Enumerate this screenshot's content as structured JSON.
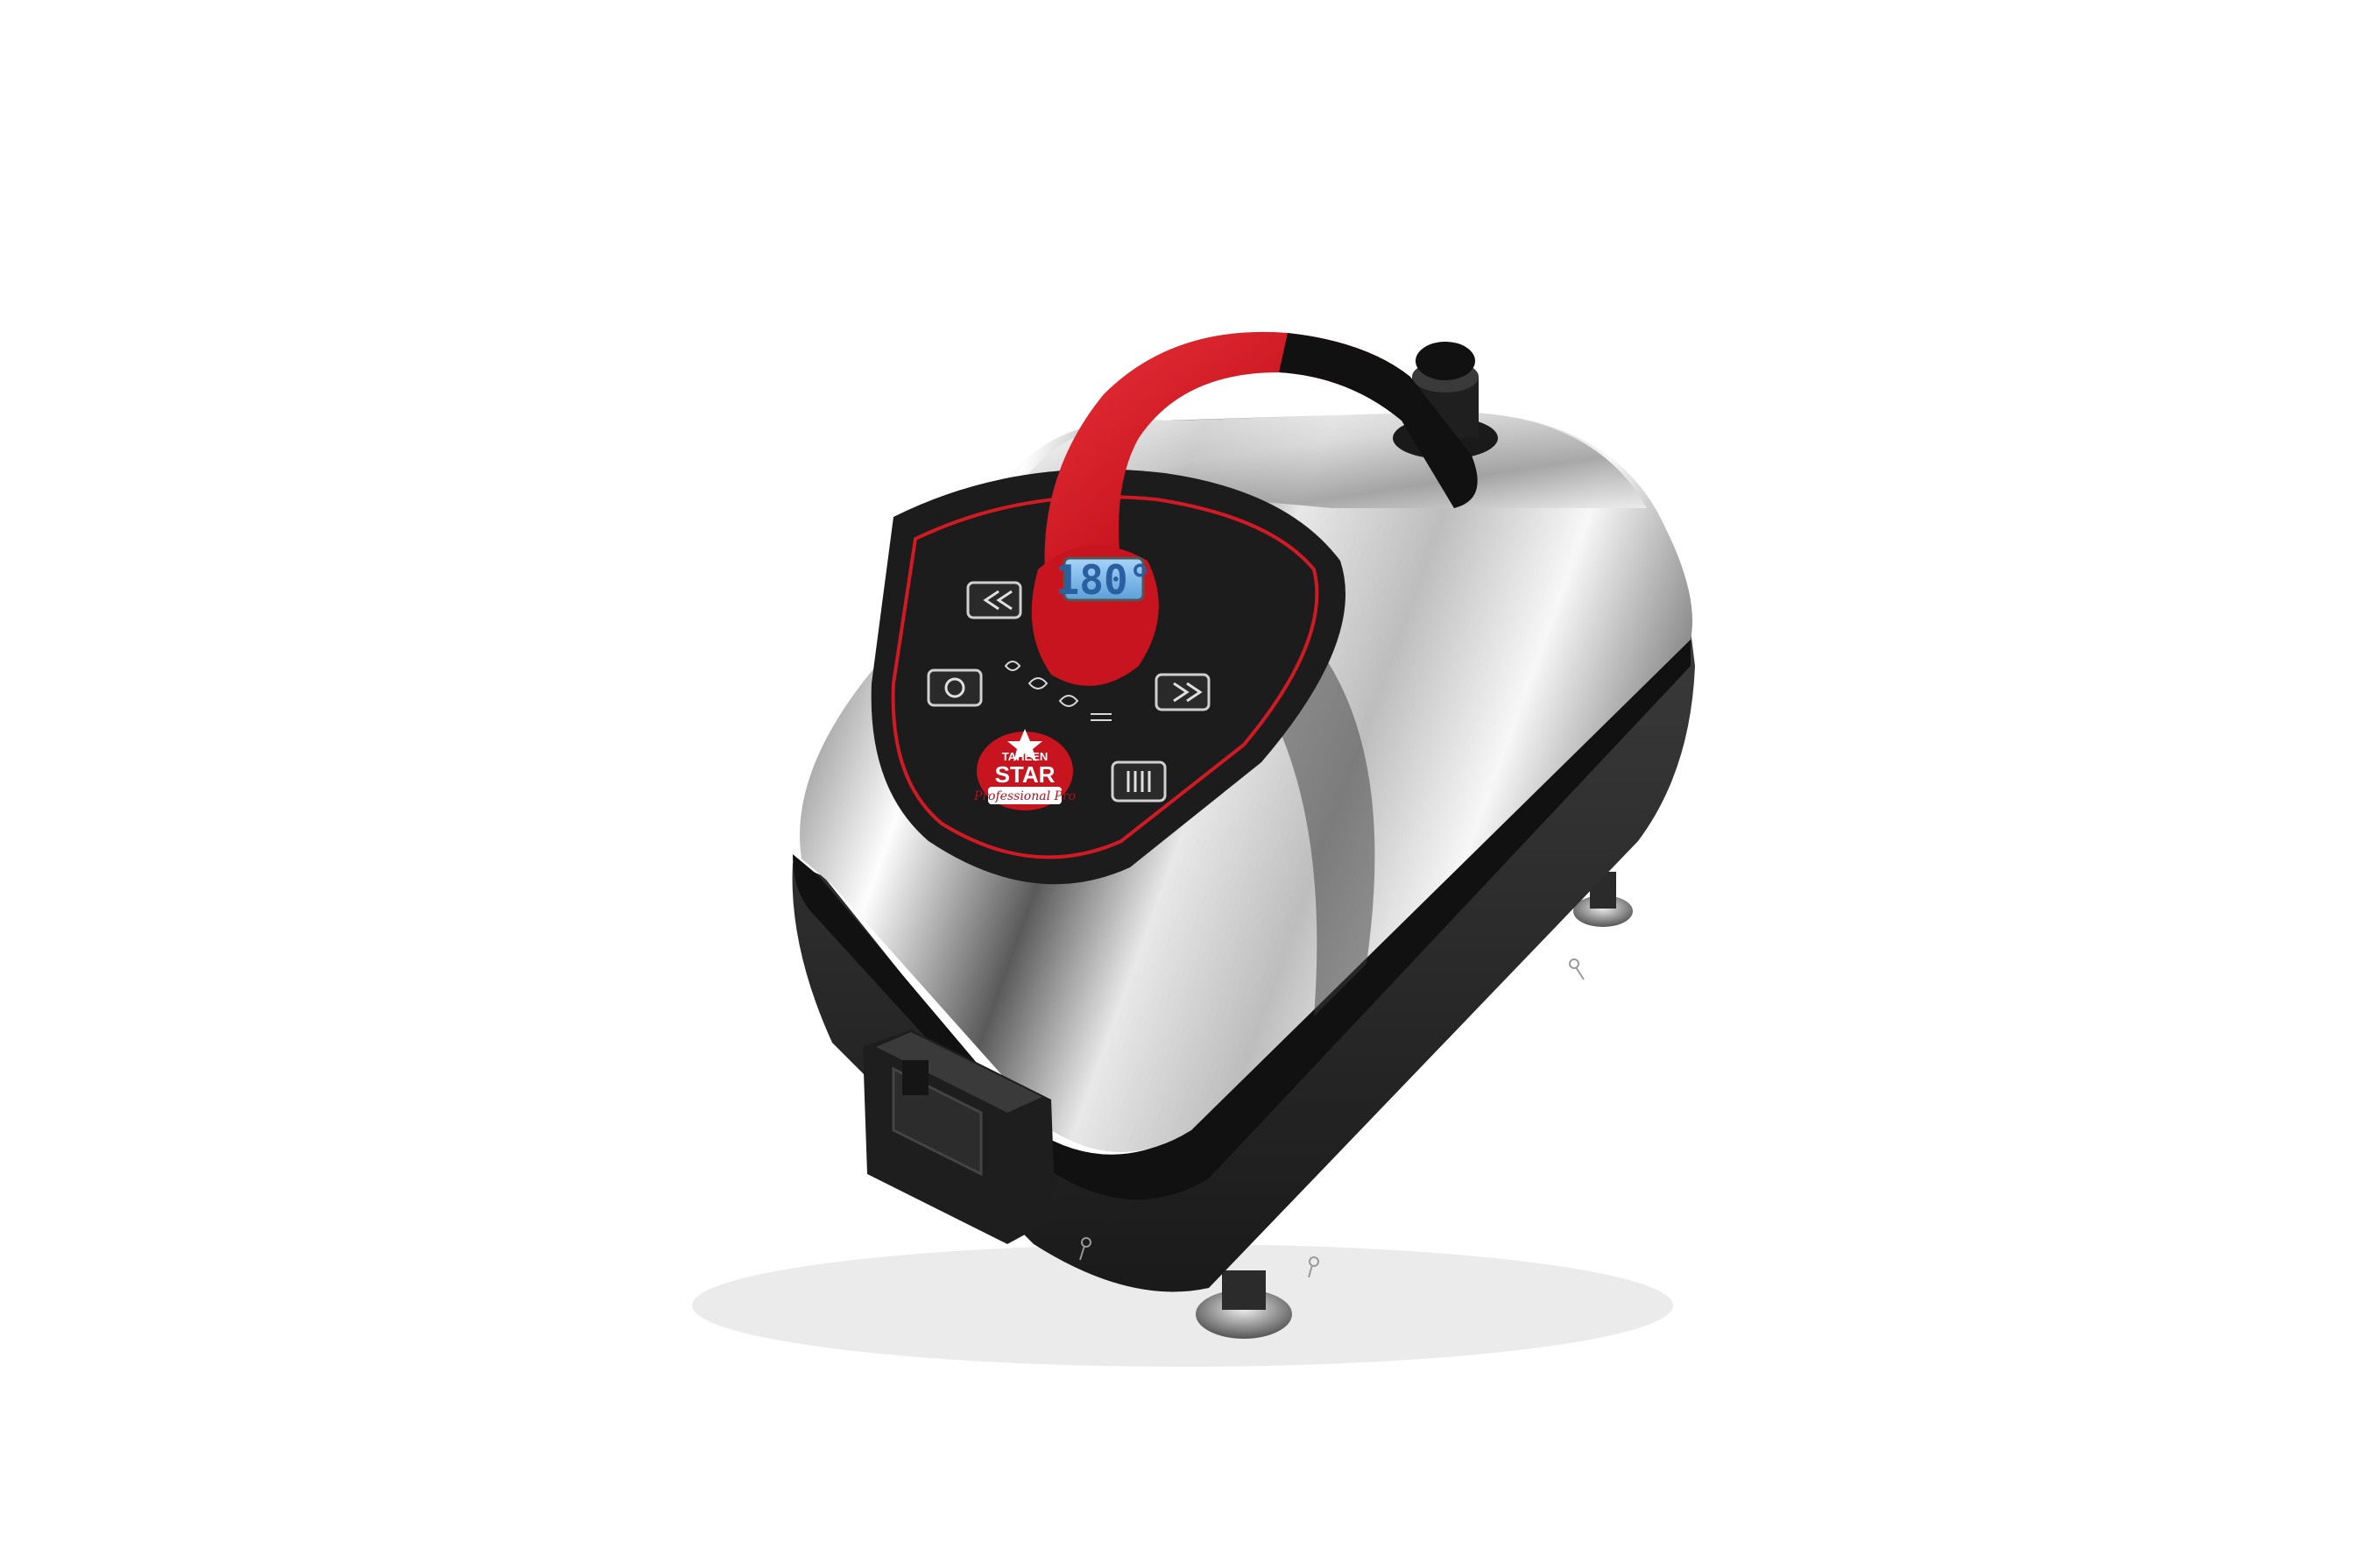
{
  "display": {
    "temperature_readout": "180°"
  },
  "logo": {
    "top_text": "TAHEEN",
    "brand": "STAR",
    "script": "Professional Pro"
  },
  "icons": {
    "left_arrows": "chevrons-left-icon",
    "right_arrows": "chevrons-right-icon",
    "power": "power-icon",
    "steam": "steam-icon"
  },
  "colors": {
    "background": "#ffffff",
    "handle_red": "#c8141e",
    "panel_black": "#1c1c1c",
    "panel_outline_red": "#d01a24",
    "lcd_blue": "#7fb8ea",
    "base_dark": "#2a2a2a"
  }
}
